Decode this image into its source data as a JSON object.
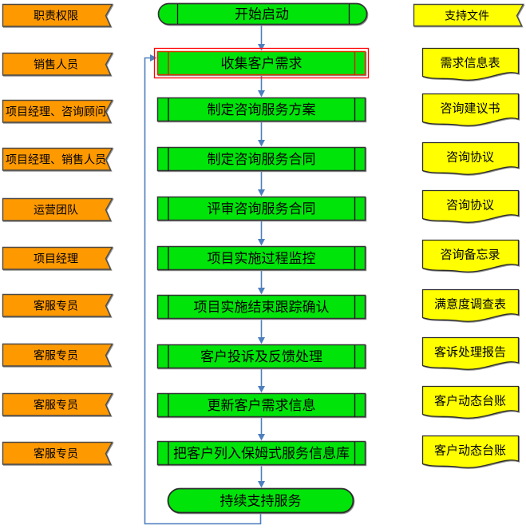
{
  "diagram": {
    "left_column": {
      "header": "职责权限",
      "roles": [
        "销售人员",
        "项目经理、咨询顾问",
        "项目经理、销售人员",
        "运营团队",
        "项目经理",
        "客服专员",
        "客服专员",
        "客服专员",
        "客服专员"
      ]
    },
    "flow": {
      "start": "开始启动",
      "steps": [
        "收集客户需求",
        "制定咨询服务方案",
        "制定咨询服务合同",
        "评审咨询服务合同",
        "项目实施过程监控",
        "项目实施结束跟踪确认",
        "客户投诉及反馈处理",
        "更新客户需求信息",
        "把客户列入保姆式服务信息库"
      ],
      "end": "持续支持服务",
      "selected_step": "收集客户需求",
      "selected_step_index": 0
    },
    "right_column": {
      "header": "支持文件",
      "documents": [
        "需求信息表",
        "咨询建议书",
        "咨询协议",
        "咨询协议",
        "咨询备忘录",
        "满意度调查表",
        "客诉处理报告",
        "客户动态台账",
        "客户动态台账"
      ]
    },
    "colors": {
      "role_fill": "#FF9900",
      "process_fill": "#00E40A",
      "document_fill": "#FFFF00",
      "connector": "#4E7FBD",
      "selection": "#FF0000"
    }
  }
}
